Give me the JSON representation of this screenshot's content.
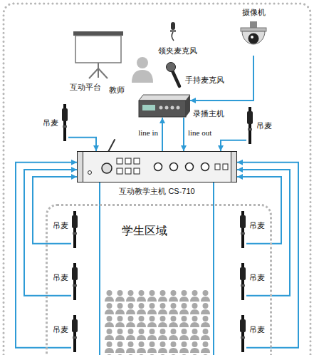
{
  "diagram": {
    "nodes": [
      {
        "text": [
          "互动平台"
        ]
      },
      {
        "text": [
          "教师"
        ]
      },
      {
        "text": [
          "领夹麦克风"
        ]
      },
      {
        "text": [
          "手持麦克风"
        ]
      },
      {
        "text": [
          "摄像机"
        ]
      },
      {
        "text": [
          "录播主机"
        ]
      },
      {
        "text": [
          "吊麦"
        ]
      },
      {
        "text": [
          "吊麦"
        ]
      },
      {
        "text": [
          "互动教学主机 CS-710"
        ]
      },
      {
        "text": [
          "学生区域"
        ]
      },
      {
        "text": [
          "吊麦"
        ],
        "in": 9
      },
      {
        "text": [
          "吊麦"
        ],
        "in": 9
      },
      {
        "text": [
          "吊麦"
        ],
        "in": 9
      },
      {
        "text": [
          "吊麦"
        ],
        "in": 9
      },
      {
        "text": [
          "吊麦"
        ],
        "in": 9
      },
      {
        "text": [
          "吊麦"
        ],
        "in": 9
      }
    ],
    "edges": [
      {
        "from": 4,
        "to": 5,
        "arrow": "to"
      },
      {
        "from": 8,
        "to": 5,
        "label": "line in",
        "arrow": "to"
      },
      {
        "from": 5,
        "to": 8,
        "label": "line out",
        "arrow": "to"
      },
      {
        "from": 6,
        "to": 8,
        "arrow": "to"
      },
      {
        "from": 7,
        "to": 8,
        "arrow": "to"
      },
      {
        "from": 10,
        "to": 8,
        "arrow": "to"
      },
      {
        "from": 11,
        "to": 8,
        "arrow": "to"
      },
      {
        "from": 12,
        "to": 8,
        "arrow": "to"
      },
      {
        "from": 13,
        "to": 8,
        "arrow": "to"
      },
      {
        "from": 14,
        "to": 8,
        "arrow": "to"
      },
      {
        "from": 15,
        "to": 8,
        "arrow": "to"
      }
    ]
  }
}
